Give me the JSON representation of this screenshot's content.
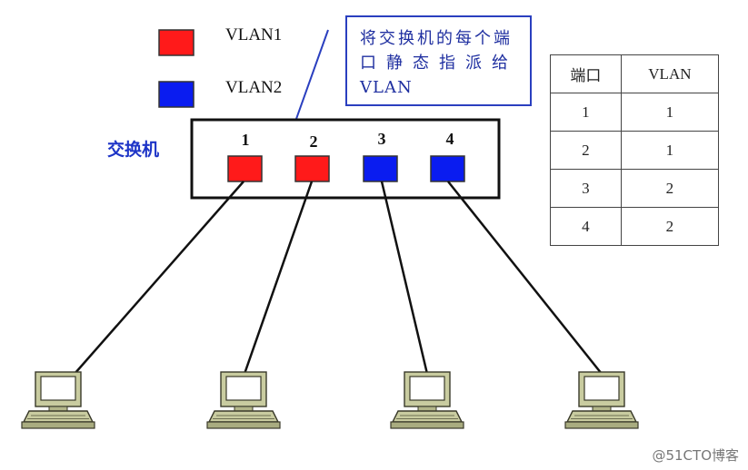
{
  "legend": [
    {
      "label": "VLAN1",
      "color": "#ff1a1a"
    },
    {
      "label": "VLAN2",
      "color": "#0a1cf0"
    }
  ],
  "callout": {
    "lines": [
      "将交换机的每个端",
      "口静态指派给",
      "VLAN"
    ]
  },
  "switch": {
    "label": "交换机",
    "ports": [
      {
        "number": "1",
        "vlan": "VLAN1",
        "color": "#ff1a1a"
      },
      {
        "number": "2",
        "vlan": "VLAN1",
        "color": "#ff1a1a"
      },
      {
        "number": "3",
        "vlan": "VLAN2",
        "color": "#0a1cf0"
      },
      {
        "number": "4",
        "vlan": "VLAN2",
        "color": "#0a1cf0"
      }
    ]
  },
  "table": {
    "headers": [
      "端口",
      "VLAN"
    ],
    "rows": [
      [
        "1",
        "1"
      ],
      [
        "2",
        "1"
      ],
      [
        "3",
        "2"
      ],
      [
        "4",
        "2"
      ]
    ]
  },
  "computers": [
    {
      "icon": "computer-icon",
      "connected_port": "1"
    },
    {
      "icon": "computer-icon",
      "connected_port": "2"
    },
    {
      "icon": "computer-icon",
      "connected_port": "3"
    },
    {
      "icon": "computer-icon",
      "connected_port": "4"
    }
  ],
  "watermark": "@51CTO博客"
}
